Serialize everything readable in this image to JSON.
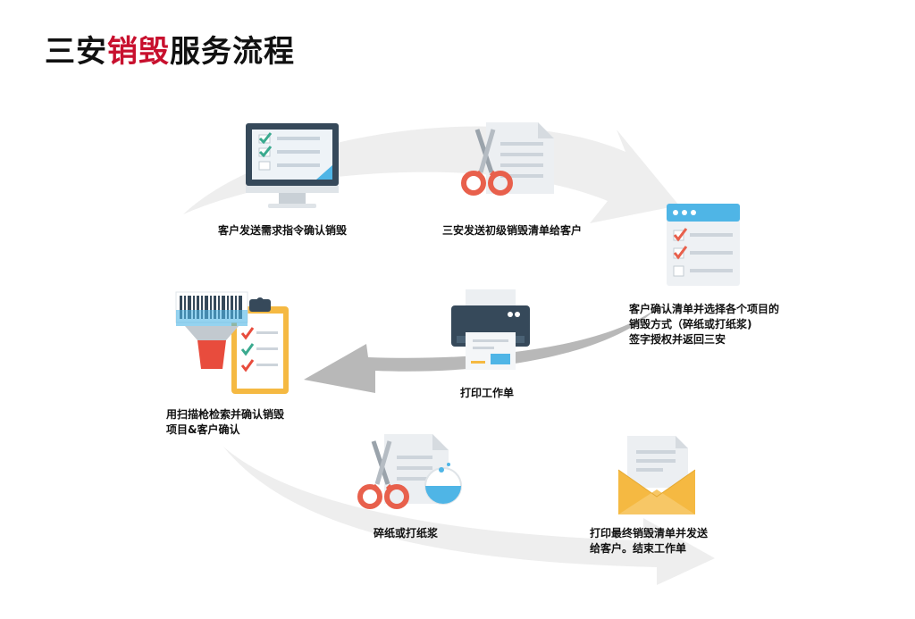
{
  "title": {
    "part1": "三安",
    "part2": "销毁",
    "part3": "服务流程"
  },
  "colors": {
    "title_accent": "#c8102e",
    "arrow_light": "#eeeeee",
    "arrow_gray": "#b8b8b8",
    "monitor_frame": "#36495a",
    "scissors_red": "#e8604c",
    "clipboard_yellow": "#f5b942",
    "funnel_red": "#e84c3d",
    "envelope_yellow": "#f5b942",
    "water_blue": "#4fb5e6",
    "browser_blue": "#4fb5e6"
  },
  "steps": [
    {
      "label": "客户发送需求指令确认销毁",
      "icon": "monitor-checklist-icon"
    },
    {
      "label": "三安发送初级销毁清单给客户",
      "icon": "scissors-document-icon"
    },
    {
      "label_lines": [
        "客户确认清单并选择各个项目的",
        "销毁方式（碎纸或打纸浆)",
        "签字授权并返回三安"
      ],
      "icon": "browser-checklist-icon"
    },
    {
      "label": "打印工作单",
      "icon": "printer-icon"
    },
    {
      "label_lines": [
        "用扫描枪检索并确认销毁",
        "项目&客户确认"
      ],
      "icon": "barcode-scanner-clipboard-icon"
    },
    {
      "label": "碎纸或打纸浆",
      "icon": "scissors-pulp-icon"
    },
    {
      "label_lines": [
        "打印最终销毁清单并发送",
        "给客户。结束工作单"
      ],
      "icon": "envelope-document-icon"
    }
  ]
}
